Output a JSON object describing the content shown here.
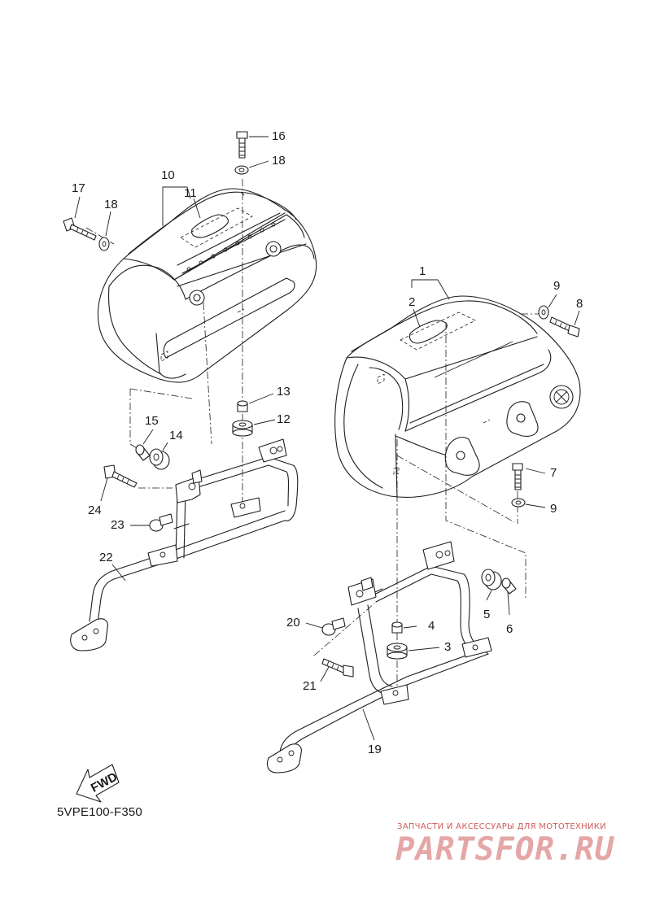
{
  "diagram": {
    "drawing_code": "5VPE100-F350",
    "fwd_label": "FWD",
    "callouts": [
      {
        "id": "c1",
        "label": "1"
      },
      {
        "id": "c2",
        "label": "2"
      },
      {
        "id": "c3",
        "label": "3"
      },
      {
        "id": "c4",
        "label": "4"
      },
      {
        "id": "c5",
        "label": "5"
      },
      {
        "id": "c6",
        "label": "6"
      },
      {
        "id": "c7",
        "label": "7"
      },
      {
        "id": "c8",
        "label": "8"
      },
      {
        "id": "c9a",
        "label": "9"
      },
      {
        "id": "c9b",
        "label": "9"
      },
      {
        "id": "c10",
        "label": "10"
      },
      {
        "id": "c11",
        "label": "11"
      },
      {
        "id": "c12",
        "label": "12"
      },
      {
        "id": "c13",
        "label": "13"
      },
      {
        "id": "c14",
        "label": "14"
      },
      {
        "id": "c15",
        "label": "15"
      },
      {
        "id": "c16",
        "label": "16"
      },
      {
        "id": "c17",
        "label": "17"
      },
      {
        "id": "c18a",
        "label": "18"
      },
      {
        "id": "c18b",
        "label": "18"
      },
      {
        "id": "c19",
        "label": "19"
      },
      {
        "id": "c20",
        "label": "20"
      },
      {
        "id": "c21",
        "label": "21"
      },
      {
        "id": "c22",
        "label": "22"
      },
      {
        "id": "c23",
        "label": "23"
      },
      {
        "id": "c24",
        "label": "24"
      }
    ]
  },
  "watermark": {
    "subtitle": "ЗАПЧАСТИ И АКСЕССУАРЫ ДЛЯ МОТОТЕХНИКИ",
    "brand": "PARTSFOR.RU",
    "color": "#e4a6a6"
  }
}
